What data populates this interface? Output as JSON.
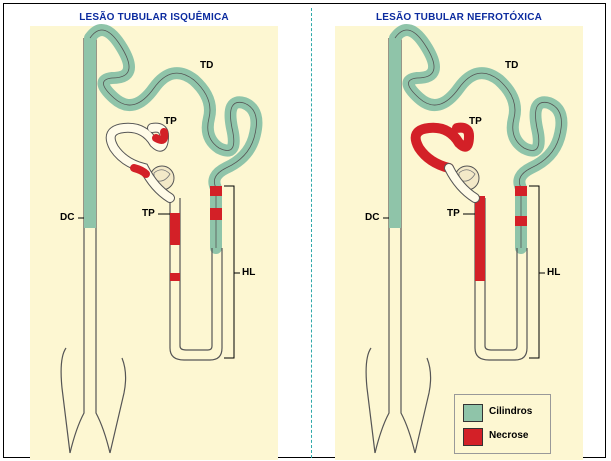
{
  "colors": {
    "cylinders": "#8fc4a9",
    "necrosis": "#d32027",
    "tubule_outline": "#555555",
    "background": "#fdf7d2",
    "title": "#0b2b9f"
  },
  "panels": [
    {
      "title": "LESÃO TUBULAR ISQUÊMICA",
      "labels": {
        "td": "TD",
        "tp_top": "TP",
        "tp_mid": "TP",
        "dc": "DC",
        "hl": "HL"
      }
    },
    {
      "title": "LESÃO TUBULAR NEFROTÓXICA",
      "labels": {
        "td": "TD",
        "tp_top": "TP",
        "tp_mid": "TP",
        "dc": "DC",
        "hl": "HL"
      }
    }
  ],
  "legend": {
    "items": [
      {
        "label": "Cilindros",
        "color": "#8fc4a9"
      },
      {
        "label": "Necrose",
        "color": "#d32027"
      }
    ]
  }
}
